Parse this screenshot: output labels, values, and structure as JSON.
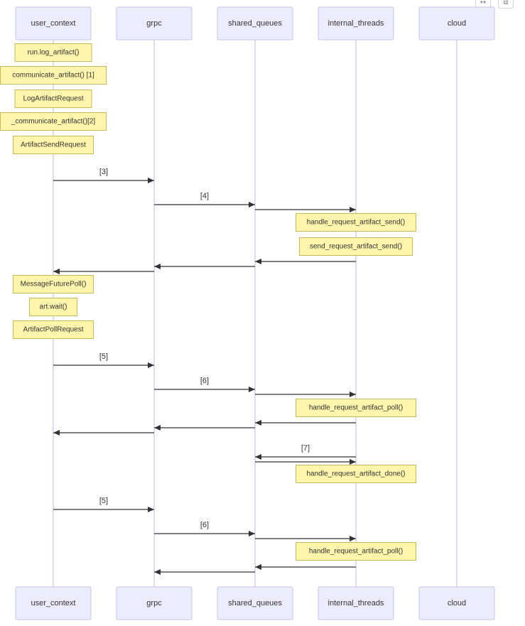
{
  "toolbar": {
    "expand_icon": "expand-horizontal-icon",
    "copy_icon": "copy-icon"
  },
  "colors": {
    "actor_fill": "#ECECFF",
    "note_fill": "#fff5ad",
    "line": "#333333",
    "lifeline": "#c8c8f0"
  },
  "participants": [
    "user_context",
    "grpc",
    "shared_queues",
    "internal_threads",
    "cloud"
  ],
  "sequence": [
    {
      "kind": "note",
      "over": 0,
      "text": "run.log_artifact()"
    },
    {
      "kind": "note",
      "over": 0,
      "text": "communicate_artifact() [1]"
    },
    {
      "kind": "note",
      "over": 0,
      "text": "LogArtifactRequest"
    },
    {
      "kind": "note",
      "over": 0,
      "text": "_communicate_artifact()[2]"
    },
    {
      "kind": "note",
      "over": 0,
      "text": "ArtifactSendRequest"
    },
    {
      "kind": "message",
      "from": 0,
      "to": 1,
      "label": "[3]"
    },
    {
      "kind": "message",
      "from": 1,
      "to": 2,
      "label": "[4]"
    },
    {
      "kind": "message",
      "from": 2,
      "to": 3,
      "label": ""
    },
    {
      "kind": "note",
      "over": 3,
      "text": "handle_request_artifact_send()"
    },
    {
      "kind": "note",
      "over": 3,
      "text": "send_request_artifact_send()"
    },
    {
      "kind": "message",
      "from": 3,
      "to": 2,
      "label": ""
    },
    {
      "kind": "message",
      "from": 2,
      "to": 1,
      "label": ""
    },
    {
      "kind": "message",
      "from": 1,
      "to": 0,
      "label": ""
    },
    {
      "kind": "note",
      "over": 0,
      "text": "MessageFuturePoll()"
    },
    {
      "kind": "note",
      "over": 0,
      "text": "art.wait()"
    },
    {
      "kind": "note",
      "over": 0,
      "text": "ArtifactPollRequest"
    },
    {
      "kind": "message",
      "from": 0,
      "to": 1,
      "label": "[5]"
    },
    {
      "kind": "message",
      "from": 1,
      "to": 2,
      "label": "[6]"
    },
    {
      "kind": "message",
      "from": 2,
      "to": 3,
      "label": ""
    },
    {
      "kind": "note",
      "over": 3,
      "text": "handle_request_artifact_poll()"
    },
    {
      "kind": "message",
      "from": 3,
      "to": 2,
      "label": ""
    },
    {
      "kind": "message",
      "from": 2,
      "to": 1,
      "label": ""
    },
    {
      "kind": "message",
      "from": 1,
      "to": 0,
      "label": ""
    },
    {
      "kind": "message",
      "from": 3,
      "to": 2,
      "label": "[7]"
    },
    {
      "kind": "message",
      "from": 2,
      "to": 3,
      "label": ""
    },
    {
      "kind": "note",
      "over": 3,
      "text": "handle_request_artifact_done()"
    },
    {
      "kind": "message",
      "from": 0,
      "to": 1,
      "label": "[5]"
    },
    {
      "kind": "message",
      "from": 1,
      "to": 2,
      "label": "[6]"
    },
    {
      "kind": "message",
      "from": 2,
      "to": 3,
      "label": ""
    },
    {
      "kind": "note",
      "over": 3,
      "text": "handle_request_artifact_poll()"
    },
    {
      "kind": "message",
      "from": 3,
      "to": 2,
      "label": ""
    },
    {
      "kind": "message",
      "from": 2,
      "to": 1,
      "label": ""
    }
  ]
}
